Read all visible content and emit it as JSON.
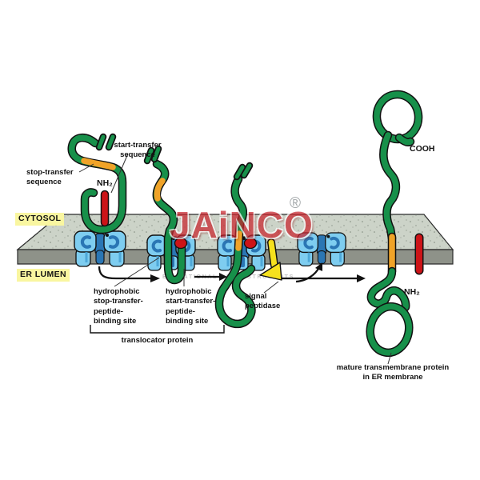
{
  "watermark": {
    "brand": "JAiNCO",
    "registered_mark": "®",
    "tagline": "EDUCATIONAL LAB INSTRUMENTS"
  },
  "compartments": {
    "cytosol": "CYTOSOL",
    "er_lumen": "ER LUMEN"
  },
  "labels": {
    "stop_transfer_sequence": "stop-transfer\nsequence",
    "start_transfer_sequence": "start-transfer\nsequence",
    "nh2_nascent": "NH₂",
    "hydrophobic_stop_site": "hydrophobic\nstop-transfer-\npeptide-\nbinding site",
    "hydrophobic_start_site": "hydrophobic\nstart-transfer-\npeptide-\nbinding site",
    "translocator_protein": "translocator protein",
    "signal_peptidase": "signal\npeptidase",
    "cooh_terminus": "COOH",
    "nh2_mature": "NH₂",
    "mature_protein": "mature transmembrane protein\nin ER membrane"
  },
  "colors": {
    "chain_green": "#17904a",
    "start_transfer_red": "#cc1418",
    "stop_transfer_orange": "#f0a328",
    "translocator_blue": "#7ecdf0",
    "translocator_dark_blue": "#2a76b4",
    "membrane_top": "#ccd3c8",
    "membrane_front": "#8e9289",
    "signal_peptidase_yellow": "#f6e11e",
    "label_highlight": "#f9f6a0",
    "watermark_red": "#c8242c"
  }
}
